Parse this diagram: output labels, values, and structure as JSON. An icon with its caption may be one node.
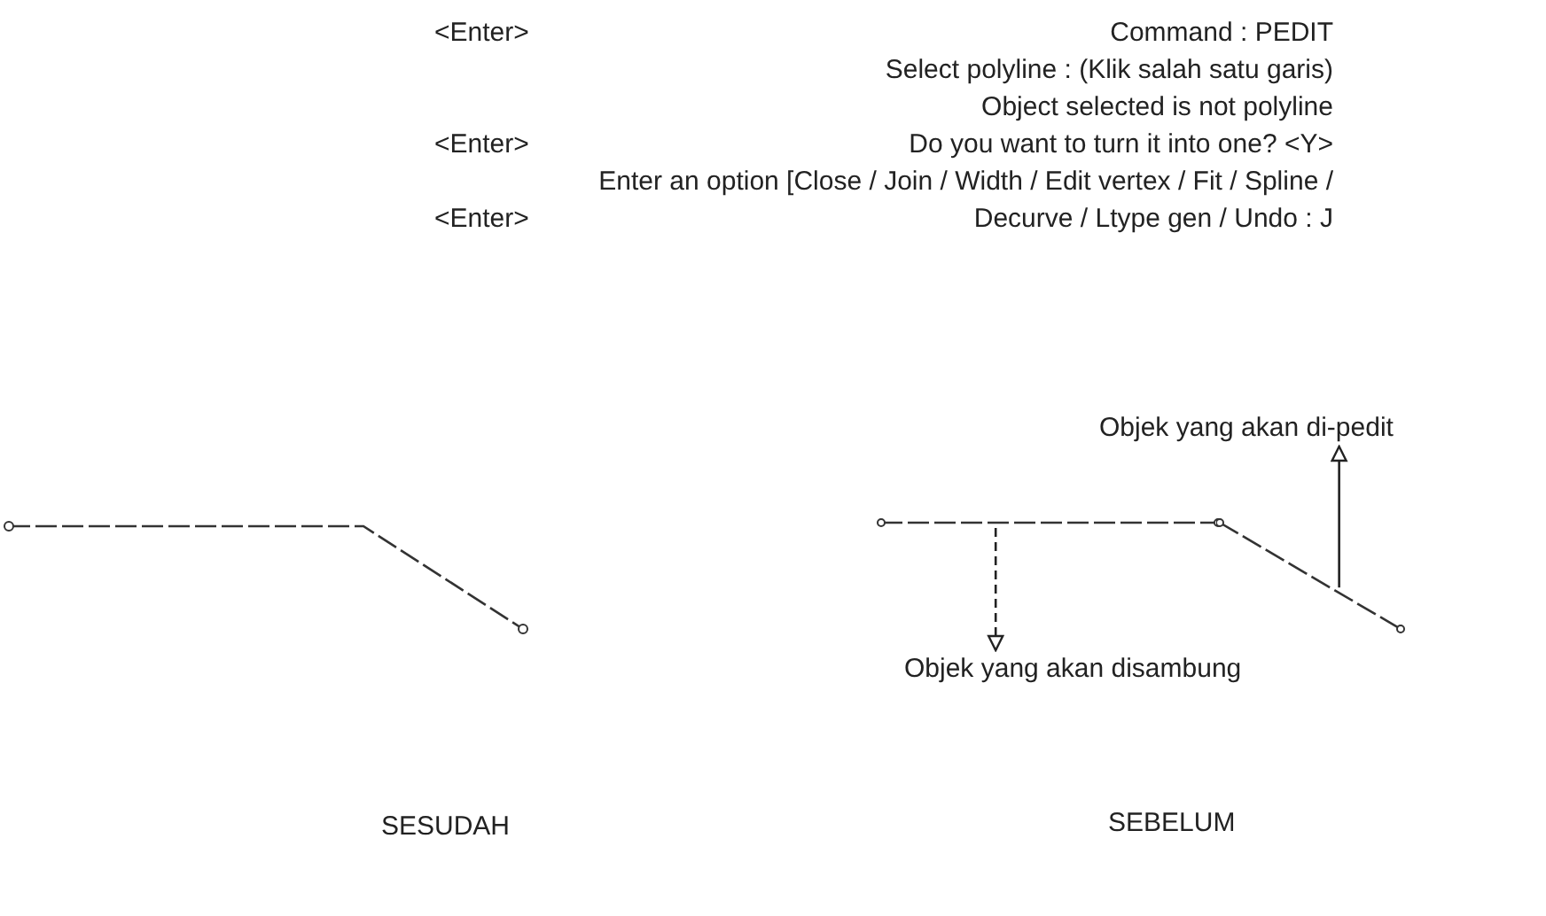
{
  "diagram": {
    "nodes": [
      {
        "text": [
          "Objek yang akan di-pedit"
        ]
      },
      {
        "text": [],
        "shape": "line"
      },
      {
        "text": [],
        "shape": "line"
      },
      {
        "text": [
          "Objek yang akan disambung"
        ]
      }
    ],
    "edges": [
      {
        "from": 2,
        "to": 0,
        "arrow": "to"
      },
      {
        "from": 1,
        "to": 3,
        "arrow": "to",
        "style": "dashed"
      }
    ],
    "labels": [
      "Command : PEDIT",
      "<Enter>",
      "Select polyline : (Klik salah satu garis)",
      "Object selected is not polyline",
      "Do you want to turn it into one? <Y>",
      "<Enter>",
      "Enter an option [Close / Join / Width / Edit vertex / Fit / Spline / Decurve / Ltype gen / Undo : J",
      "<Enter>",
      "SESUDAH",
      "SEBELUM"
    ]
  }
}
